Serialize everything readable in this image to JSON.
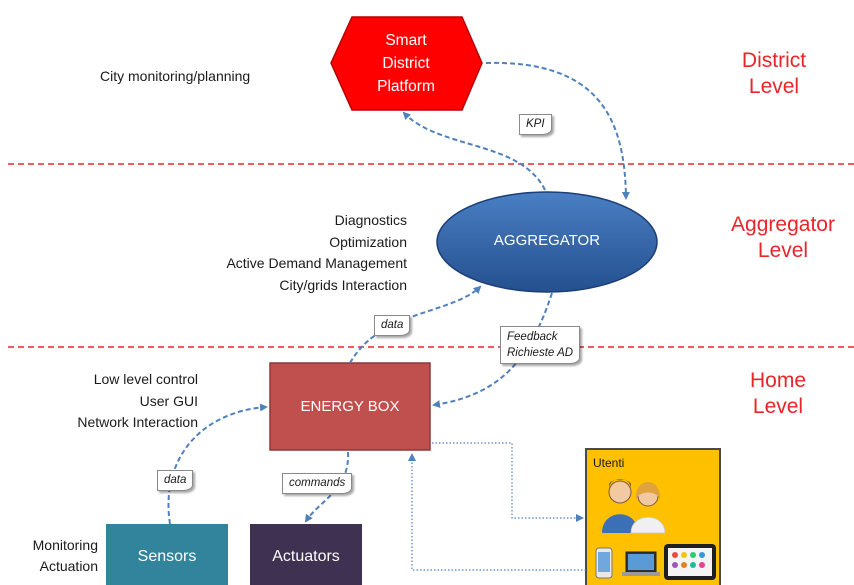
{
  "levels": {
    "district": [
      "District",
      "Level"
    ],
    "aggregator": [
      "Aggregator",
      "Level"
    ],
    "home": [
      "Home",
      "Level"
    ]
  },
  "district_platform": [
    "Smart",
    "District",
    "Platform"
  ],
  "district_caption": "City monitoring/planning",
  "aggregator": {
    "label": "AGGREGATOR",
    "functions": [
      "Diagnostics",
      "Optimization",
      "Active Demand Management",
      "City/grids Interaction"
    ]
  },
  "energy_box": {
    "label": "ENERGY BOX",
    "functions": [
      "Low level control",
      "User GUI",
      "Network Interaction"
    ]
  },
  "sensors": "Sensors",
  "actuators": "Actuators",
  "sensors_caption": [
    "Monitoring",
    "Actuation"
  ],
  "users_panel": {
    "title": "Utenti"
  },
  "notes": {
    "kpi": "KPI",
    "data_upper": "data",
    "feedback": [
      "Feedback",
      "Richieste AD"
    ],
    "data_lower": "data",
    "commands": "commands"
  },
  "colors": {
    "level_text": "#e8262a",
    "separator": "#e8262a",
    "platform": "#ff0000",
    "aggregator": "#2e5fa8",
    "energy_box": "#c0504d",
    "sensors": "#31849b",
    "actuators": "#3f3151",
    "users_panel": "#ffc000",
    "arrows": "#4f81bd"
  }
}
